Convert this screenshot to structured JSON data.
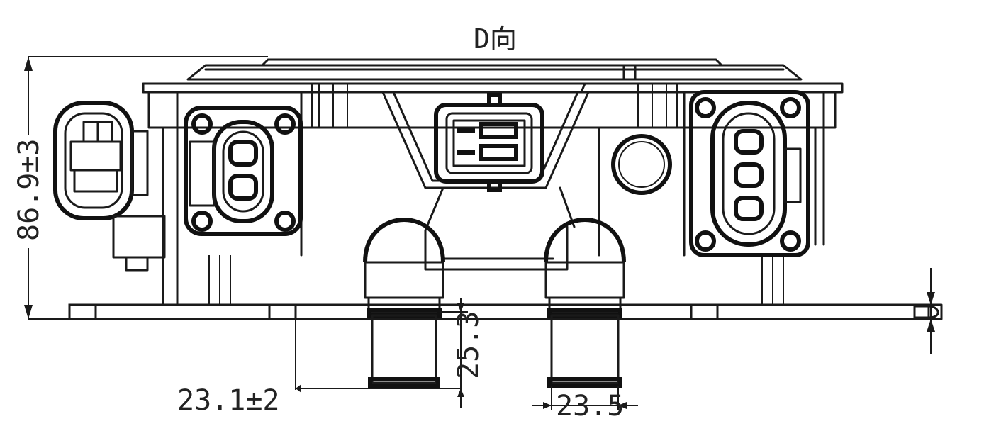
{
  "title": "D向",
  "dimensions": {
    "height": "86.9±3",
    "offset_left": "23.1±2",
    "pipe_height": "25.3",
    "pipe_width": "23.5"
  },
  "colors": {
    "line": "#1a1a1a",
    "background": "#ffffff"
  }
}
